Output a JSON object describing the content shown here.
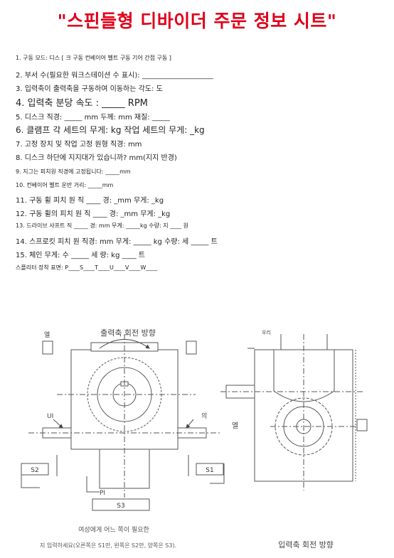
{
  "title": "\"스핀들형 디바이더 주문 정보 시트\"",
  "form_lines": [
    "1. 구동 모드: 디스 [ 크 구동 컨베이어 벨트 구동 기어 간접 구동 ]",
    "2. 부서 수(필요한 워크스테이션 수 표시): ____________________",
    "3. 입력축이 출력축을 구동하여 이동하는 각도: 도",
    "4. 입력축 분당 속도 : _____ RPM",
    "5. 디스크 직경: _____ mm 두께: mm 재질: _____",
    "6. 클램프 각 세트의 무게: kg 작업 세트의 무게: _kg",
    "7. 고정 장치 및 작업 고정 원형 직경: mm",
    "8. 디스크 하단에 지지대가 있습니까? mm(지지 반경)",
    "9. 지그는 피치원 직경에 고정됩니다: _____mm",
    "10. 컨베이어 벨트 운반 거리: _____mm",
    "11. 구동 휠 피치 원 직 ____ 경: _mm 무게: _kg",
    "12. 구동 휠의 피치 원 직 ____ 경: _mm 무게: _kg",
    "13. 드라이브 샤프트 직 _____ 경: mm 무게: _____kg 수량: 지 ____ 원",
    "14. 스프로킷 피치 원 직경: mm 무게: _____ kg 수량: 세 _____ 트",
    "15. 체인 무게: 수 _____ 세 량: kg ____ 트",
    "스플리터 장착 표면: P____S____T____U____V____W____"
  ],
  "drawing": {
    "output_rotation_label": "출력축 회전 방향",
    "input_rotation_label": "입력축 회전 방향",
    "label_top_left": "엘",
    "label_left": "UI",
    "label_right": "의",
    "label_side": "엘",
    "label_pi": "PI",
    "label_side_top": "우리",
    "box_s1": "S1",
    "box_s2": "S2",
    "box_s3": "S3",
    "note_line1": "여성에게 어느 쪽이 필요한",
    "note_line2": "지 입력하세요(오른쪽은 S1만, 왼쪽은 S2만, 양쪽은 S3)."
  }
}
